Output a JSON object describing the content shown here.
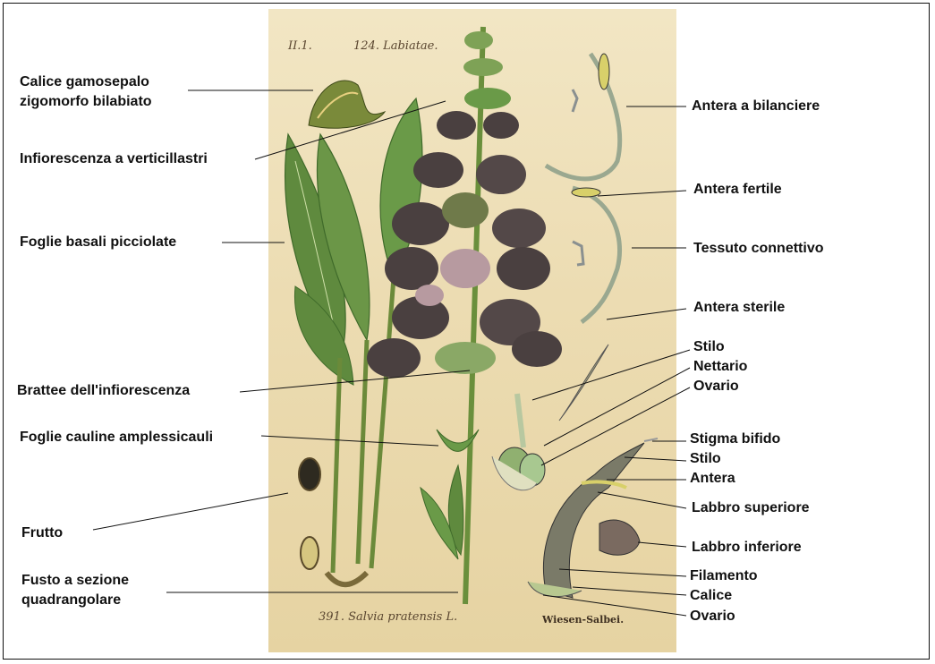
{
  "plate": {
    "top_left_mark": "II.1.",
    "family": "124. Labiatae.",
    "species": "391. Salvia pratensis L.",
    "common_name": "Wiesen-Salbei."
  },
  "labels": {
    "calice_gamosepalo_1": "Calice gamosepalo",
    "calice_gamosepalo_2": "zigomorfo bilabiato",
    "infiorescenza": "Infiorescenza a verticillastri",
    "foglie_basali": "Foglie basali picciolate",
    "brattee": "Brattee dell'infiorescenza",
    "foglie_cauline": "Foglie cauline amplessicauli",
    "frutto": "Frutto",
    "fusto_1": "Fusto a sezione",
    "fusto_2": "quadrangolare",
    "antera_bilanciere": "Antera a bilanciere",
    "antera_fertile": "Antera fertile",
    "tessuto_connettivo": "Tessuto connettivo",
    "antera_sterile": "Antera sterile",
    "stilo_1": "Stilo",
    "nettario": "Nettario",
    "ovario_1": "Ovario",
    "stigma_bifido": "Stigma bifido",
    "stilo_2": "Stilo",
    "antera": "Antera",
    "labbro_superiore": "Labbro superiore",
    "labbro_inferiore": "Labbro inferiore",
    "filamento": "Filamento",
    "calice": "Calice",
    "ovario_2": "Ovario"
  },
  "colors": {
    "plate_bg": "#eddcb0",
    "leaf": "#5f8a3e",
    "leaf_dark": "#3f6a2a",
    "flower": "#4a4040",
    "flower_pink": "#b79aa0",
    "line": "#111111"
  }
}
